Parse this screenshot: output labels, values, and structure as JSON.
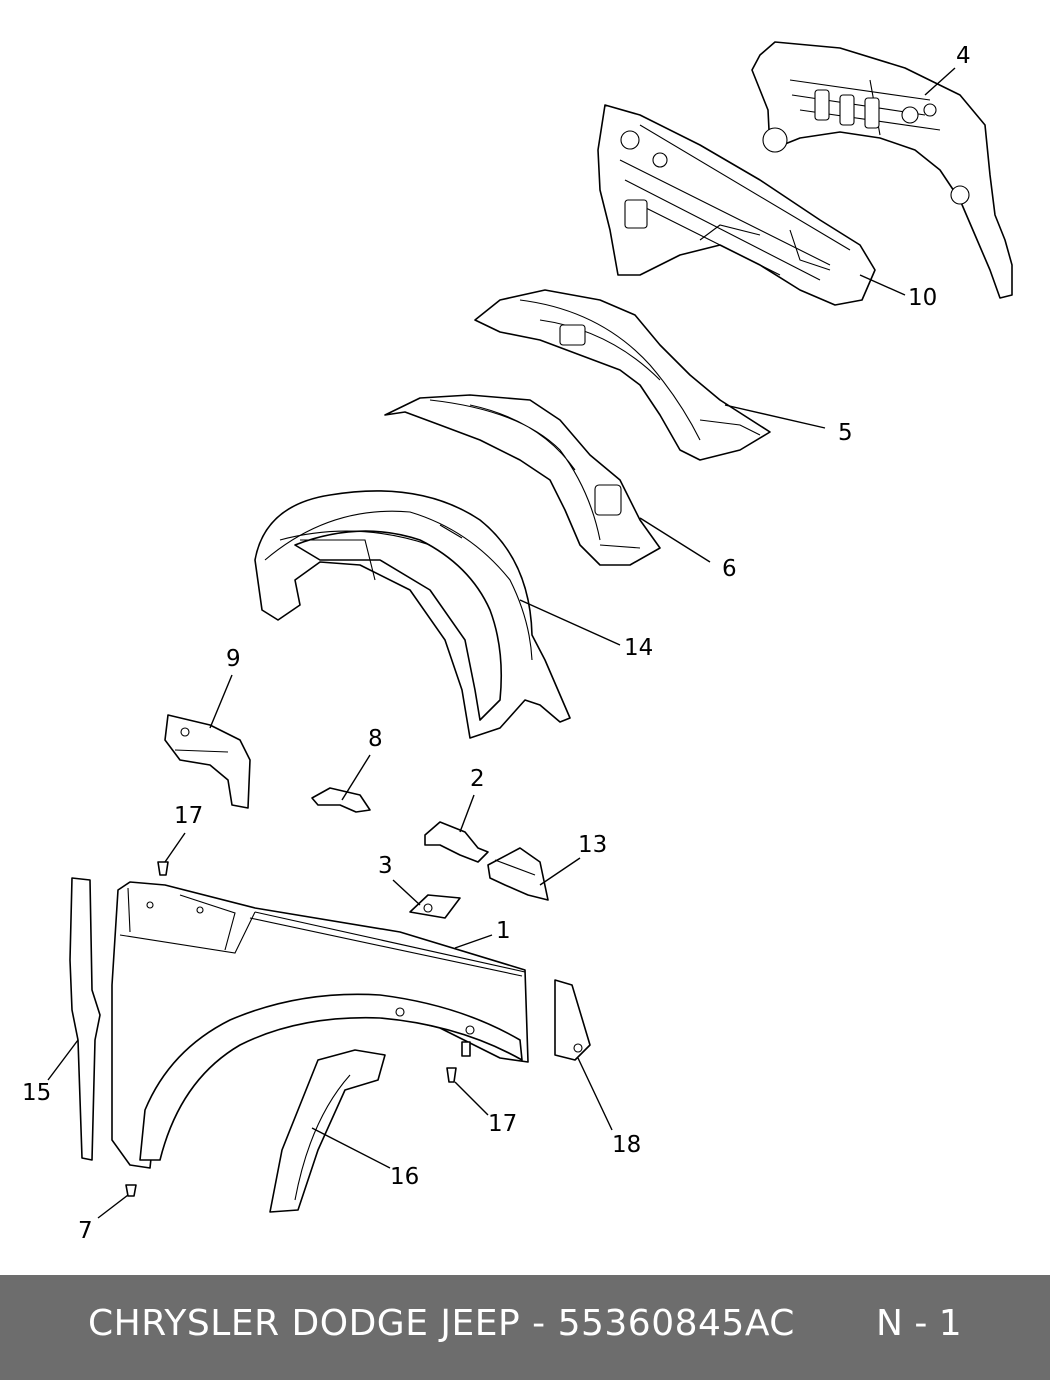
{
  "diagram": {
    "callouts": [
      "1",
      "2",
      "3",
      "4",
      "5",
      "6",
      "7",
      "8",
      "9",
      "10",
      "13",
      "14",
      "15",
      "16",
      "17",
      "17",
      "18"
    ]
  },
  "footer": {
    "title": "CHRYSLER DODGE JEEP - 55360845AC",
    "page": "N - 1",
    "background_color": "#6d6d6d",
    "text_color": "#ffffff"
  }
}
